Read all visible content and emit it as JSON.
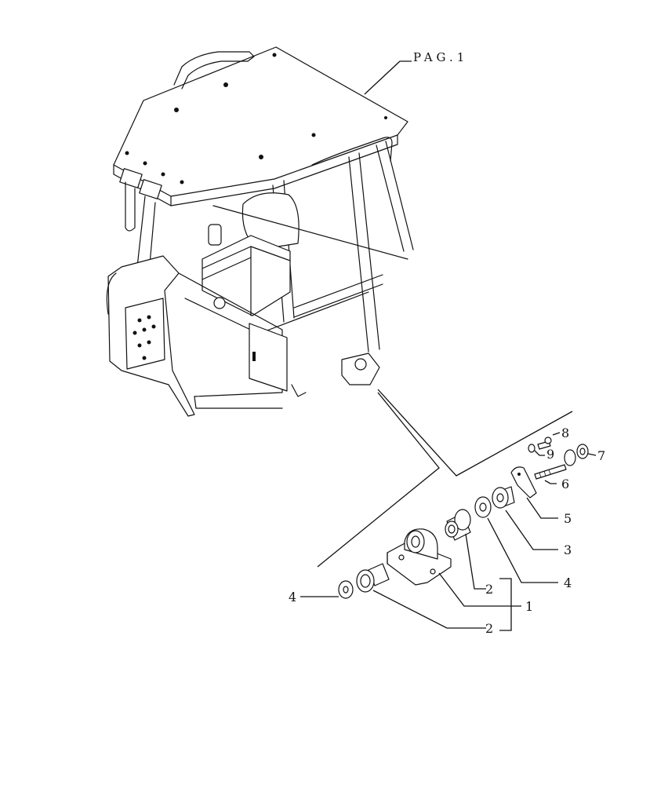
{
  "reference_label": "PAG.1",
  "callouts": [
    {
      "id": "callout-1",
      "text": "1"
    },
    {
      "id": "callout-2a",
      "text": "2"
    },
    {
      "id": "callout-2b",
      "text": "2"
    },
    {
      "id": "callout-3",
      "text": "3"
    },
    {
      "id": "callout-4a",
      "text": "4"
    },
    {
      "id": "callout-4b",
      "text": "4"
    },
    {
      "id": "callout-5",
      "text": "5"
    },
    {
      "id": "callout-6",
      "text": "6"
    },
    {
      "id": "callout-7",
      "text": "7"
    },
    {
      "id": "callout-8",
      "text": "8"
    },
    {
      "id": "callout-9",
      "text": "9"
    }
  ]
}
